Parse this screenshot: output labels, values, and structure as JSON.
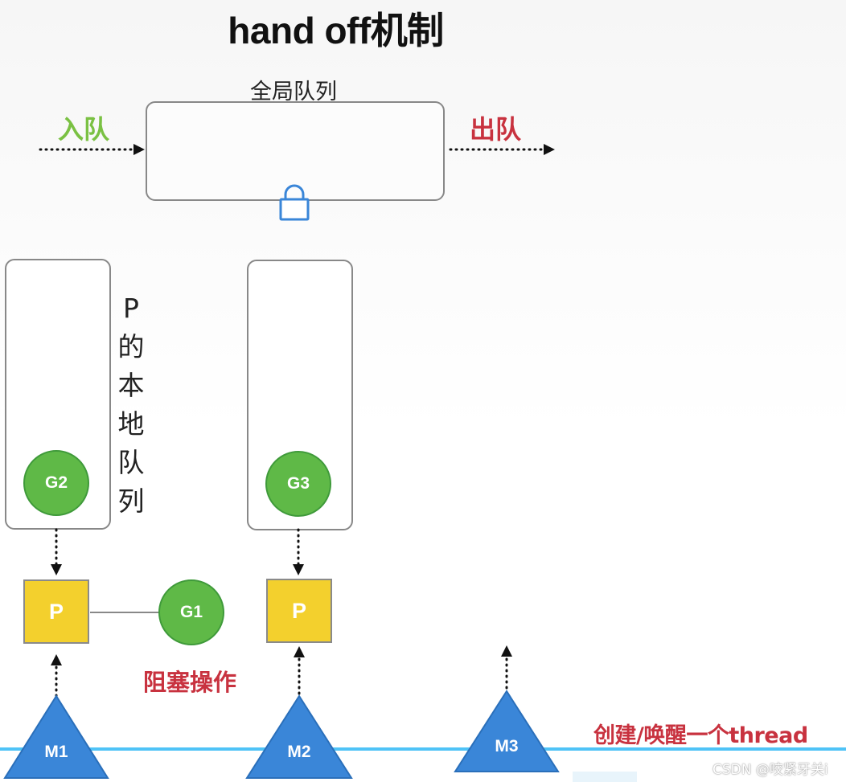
{
  "title": "hand off机制",
  "global_queue": {
    "label": "全局队列",
    "enqueue": "入队",
    "dequeue": "出队"
  },
  "local_queue_label": [
    "P",
    "的",
    "本",
    "地",
    "队",
    "列"
  ],
  "goroutines": {
    "g1": "G1",
    "g2": "G2",
    "g3": "G3"
  },
  "processors": {
    "p1": "P",
    "p2": "P"
  },
  "machines": {
    "m1": "M1",
    "m2": "M2",
    "m3": "M3"
  },
  "annotations": {
    "blocking": "阻塞操作",
    "create_thread": "创建/唤醒一个thread"
  },
  "watermark": "CSDN @咬紧牙关i",
  "colors": {
    "goroutine": "#5fb947",
    "processor": "#f3d02d",
    "machine": "#3a86d8",
    "enqueue": "#7ac143",
    "dequeue": "#c8323f",
    "lock": "#3a86d8"
  }
}
